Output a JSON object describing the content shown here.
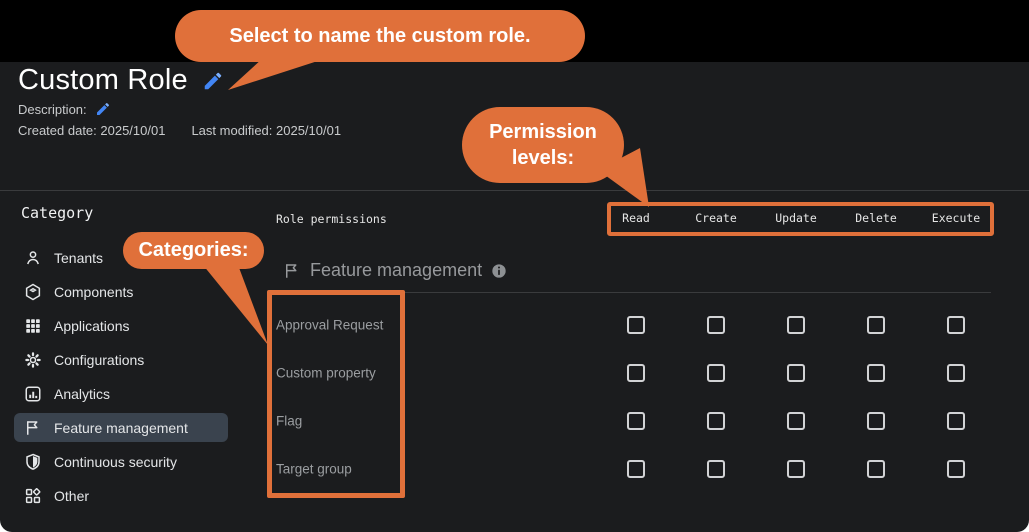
{
  "page": {
    "background": "#1b1c1e",
    "top_strip": "#000000",
    "accent_orange": "#e0703a",
    "selected_item_bg": "#3a434e",
    "edit_icon_blue": "#4285f4"
  },
  "header": {
    "title": "Custom Role",
    "description_label": "Description:",
    "created_label": "Created date: 2025/10/01",
    "modified_label": "Last modified: 2025/10/01"
  },
  "annotations": {
    "name_callout": "Select to name the custom role.",
    "permission_callout_line1": "Permission",
    "permission_callout_line2": "levels:",
    "categories_callout": "Categories:"
  },
  "sidebar": {
    "header": "Category",
    "items": [
      {
        "label": "Tenants",
        "icon": "person-icon",
        "selected": false
      },
      {
        "label": "Components",
        "icon": "package-icon",
        "selected": false
      },
      {
        "label": "Applications",
        "icon": "grid-icon",
        "selected": false
      },
      {
        "label": "Configurations",
        "icon": "gear-icon",
        "selected": false
      },
      {
        "label": "Analytics",
        "icon": "bar-chart-icon",
        "selected": false
      },
      {
        "label": "Feature management",
        "icon": "flag-icon",
        "selected": true
      },
      {
        "label": "Continuous security",
        "icon": "shield-icon",
        "selected": false
      },
      {
        "label": "Other",
        "icon": "shapes-icon",
        "selected": false
      }
    ]
  },
  "permissions": {
    "table_label": "Role permissions",
    "columns": [
      "Read",
      "Create",
      "Update",
      "Delete",
      "Execute"
    ],
    "section": {
      "title": "Feature management",
      "icon": "flag-icon",
      "info_icon": "info-icon"
    },
    "rows": [
      {
        "label": "Approval Request",
        "checkboxes": [
          false,
          false,
          false,
          false,
          false
        ]
      },
      {
        "label": "Custom property",
        "checkboxes": [
          false,
          false,
          false,
          false,
          false
        ]
      },
      {
        "label": "Flag",
        "checkboxes": [
          false,
          false,
          false,
          false,
          false
        ]
      },
      {
        "label": "Target group",
        "checkboxes": [
          false,
          false,
          false,
          false,
          false
        ]
      }
    ]
  }
}
